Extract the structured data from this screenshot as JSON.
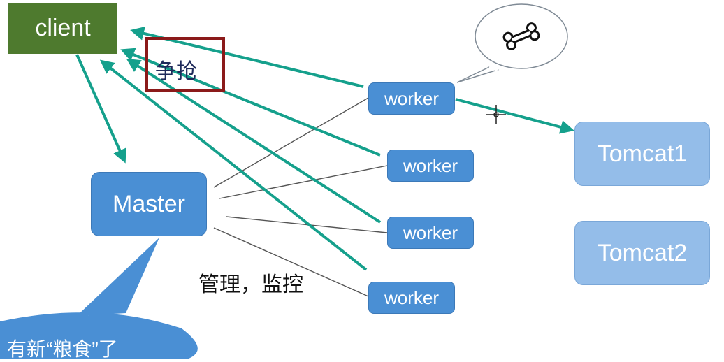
{
  "nodes": {
    "client": "client",
    "master": "Master",
    "workers": [
      "worker",
      "worker",
      "worker",
      "worker"
    ],
    "tomcats": [
      "Tomcat1",
      "Tomcat2"
    ]
  },
  "labels": {
    "contend": "争抢",
    "manage_monitor": "管理，监控"
  },
  "callouts": {
    "master_bubble": "有新“粮食”了",
    "worker_bubble_icon": "bone-icon"
  },
  "colors": {
    "client": "#4e7a2e",
    "node_blue": "#4a8fd4",
    "tomcat_blue": "#94bde9",
    "arrow_teal": "#15a08c",
    "contend_box": "#8b1a1a"
  }
}
